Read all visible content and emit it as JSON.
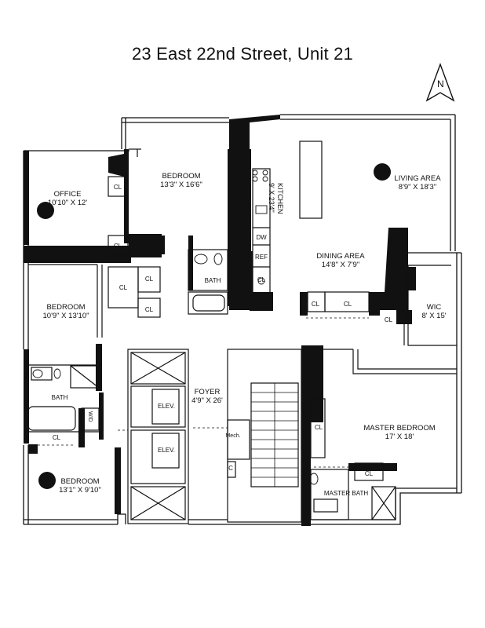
{
  "title": "23 East 22nd Street, Unit 21",
  "compass": {
    "letter": "N",
    "icon": "north-arrow-icon"
  },
  "rooms": {
    "office": {
      "name": "OFFICE",
      "dim": "10'10\" X 12'"
    },
    "bedroom1": {
      "name": "BEDROOM",
      "dim": "13'3\" X 16'6\""
    },
    "kitchen": {
      "name": "KITCHEN",
      "dim": "9' X 23'4\""
    },
    "living": {
      "name": "LIVING AREA",
      "dim": "8'9\" X 18'3\""
    },
    "dining": {
      "name": "DINING AREA",
      "dim": "14'8\" X 7'9\""
    },
    "bedroom2": {
      "name": "BEDROOM",
      "dim": "10'9\" X 13'10\""
    },
    "wic": {
      "name": "WIC",
      "dim": "8' X 15'"
    },
    "foyer": {
      "name": "FOYER",
      "dim": "4'9\" X 26'"
    },
    "master": {
      "name": "MASTER BEDROOM",
      "dim": "17' X 18'"
    },
    "bedroom3": {
      "name": "BEDROOM",
      "dim": "13'1\" X 9'10\""
    }
  },
  "labels": {
    "cl": "CL",
    "c": "C",
    "bath": "BATH",
    "master_bath": "MASTER BATH",
    "dw": "DW",
    "ref": "REF",
    "elev": "ELEV.",
    "mech": "Mech.",
    "wd": "W/D"
  }
}
